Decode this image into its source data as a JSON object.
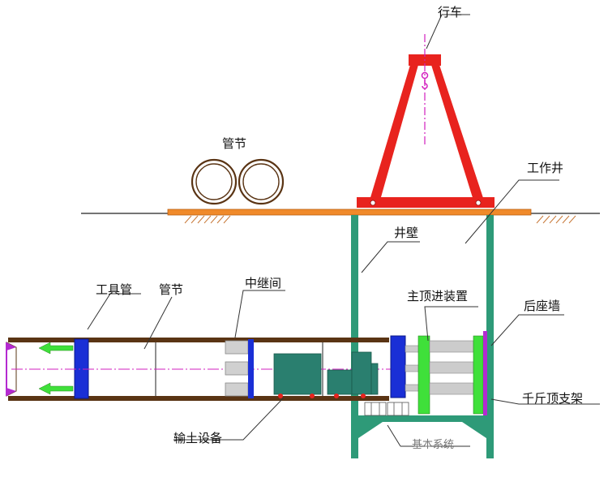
{
  "labels": {
    "crane": "行车",
    "pipe_segments_top": "管节",
    "working_shaft": "工作井",
    "shaft_wall": "井壁",
    "tool_pipe": "工具管",
    "pipe_segment": "管节",
    "intermediate_jack": "中继间",
    "main_jacking_device": "主顶进装置",
    "back_wall": "后座墙",
    "soil_conveying": "输土设备",
    "jack_support": "千斤顶支架",
    "base_system": "基本系统"
  },
  "colors": {
    "crane": "#e8231e",
    "shaft": "#2e9a78",
    "pipe_wall": "#5a3414",
    "ground_plate": "#f08a2a",
    "jack_blue": "#1a2fd6",
    "jack_green": "#3fe03a",
    "machine": "#2a7f6f",
    "back_wall_purple": "#b42ad0",
    "centerline": "#d21fbf"
  }
}
